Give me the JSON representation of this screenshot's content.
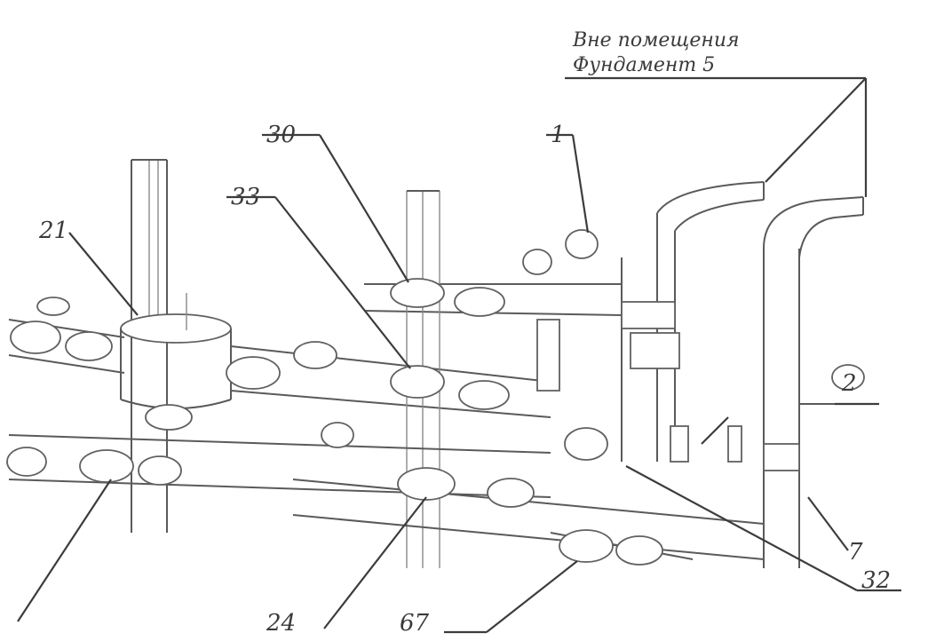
{
  "callouts": {
    "c21": "21",
    "c30": "30",
    "c33": "33",
    "c1": "1",
    "c2": "2",
    "c7": "7",
    "c32": "32",
    "c24": "24",
    "c67": "67"
  },
  "note": {
    "line1": "Вне помещения",
    "line2": "Фундамент 5"
  }
}
